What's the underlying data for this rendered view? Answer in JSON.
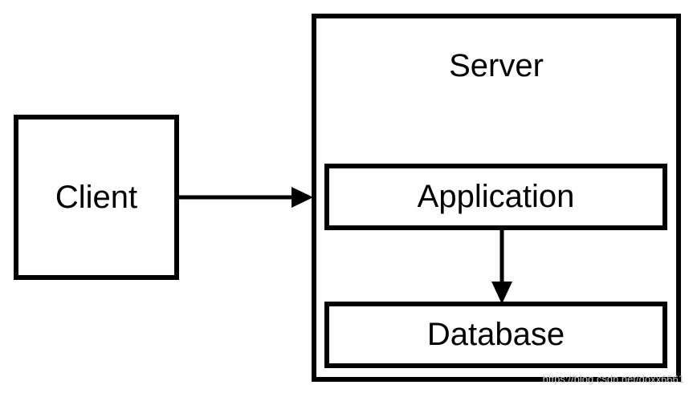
{
  "nodes": {
    "client": "Client",
    "server": "Server",
    "application": "Application",
    "database": "Database"
  },
  "watermark": "https://blog.csdn.net/doxx6661",
  "colors": {
    "stroke": "#000000",
    "background": "#ffffff",
    "watermark": "#c8c8c8"
  }
}
